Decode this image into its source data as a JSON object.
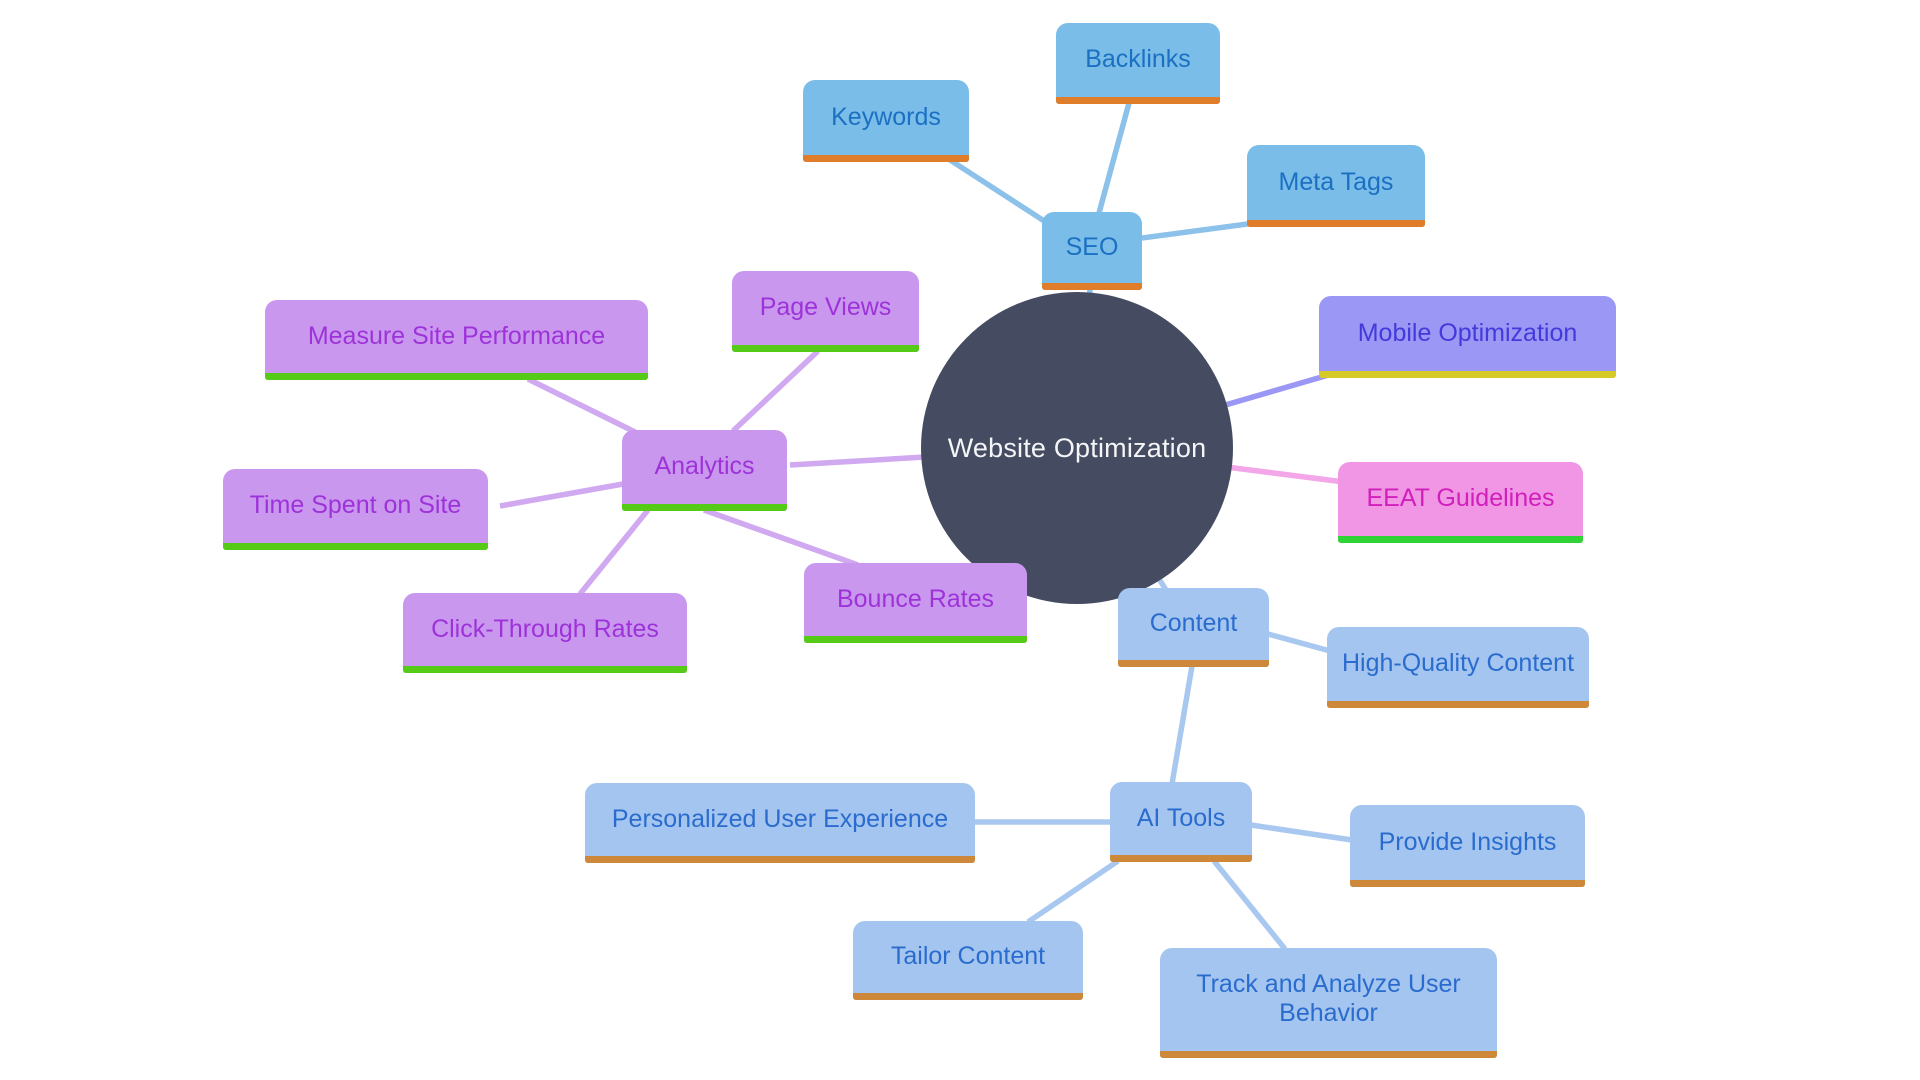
{
  "title": "Website Optimization mind map",
  "nodes": {
    "center": "Website Optimization",
    "seo": "SEO",
    "keywords": "Keywords",
    "backlinks": "Backlinks",
    "meta_tags": "Meta Tags",
    "mobile_optimization": "Mobile Optimization",
    "eeat_guidelines": "EEAT Guidelines",
    "analytics": "Analytics",
    "measure_site_performance": "Measure Site Performance",
    "page_views": "Page Views",
    "time_spent_on_site": "Time Spent on Site",
    "click_through_rates": "Click-Through Rates",
    "bounce_rates": "Bounce Rates",
    "content": "Content",
    "high_quality_content": "High-Quality Content",
    "ai_tools": "AI Tools",
    "personalized_user_experience": "Personalized User Experience",
    "provide_insights": "Provide Insights",
    "tailor_content": "Tailor Content",
    "track_and_analyze_user_behavior": "Track and Analyze User Behavior"
  },
  "structure": {
    "center": "Website Optimization",
    "branches": [
      {
        "label": "SEO",
        "children": [
          "Keywords",
          "Backlinks",
          "Meta Tags"
        ]
      },
      {
        "label": "Mobile Optimization",
        "children": []
      },
      {
        "label": "EEAT Guidelines",
        "children": []
      },
      {
        "label": "Analytics",
        "children": [
          "Measure Site Performance",
          "Page Views",
          "Time Spent on Site",
          "Click-Through Rates",
          "Bounce Rates"
        ]
      },
      {
        "label": "Content",
        "children": [
          "High-Quality Content",
          "AI Tools"
        ]
      },
      {
        "label": "AI Tools",
        "parent": "Content",
        "children": [
          "Personalized User Experience",
          "Provide Insights",
          "Tailor Content",
          "Track and Analyze User Behavior"
        ]
      }
    ]
  },
  "colors": {
    "center_fill": "#454b61",
    "center_text": "#f4f5f7",
    "seo_fill": "#7abde9",
    "seo_text": "#1b70c2",
    "seo_underline": "#e07d2a",
    "content_fill": "#a4c5ef",
    "content_text": "#2a6cce",
    "content_underline": "#cd8939",
    "analytics_fill": "#c998ee",
    "analytics_text": "#9d32d9",
    "analytics_underline": "#55ca17",
    "eeat_fill": "#f195e5",
    "eeat_text": "#d01fbb",
    "eeat_underline": "#2fd335",
    "mobile_fill": "#9b97f4",
    "mobile_text": "#4439da",
    "mobile_underline": "#d5ca28"
  }
}
